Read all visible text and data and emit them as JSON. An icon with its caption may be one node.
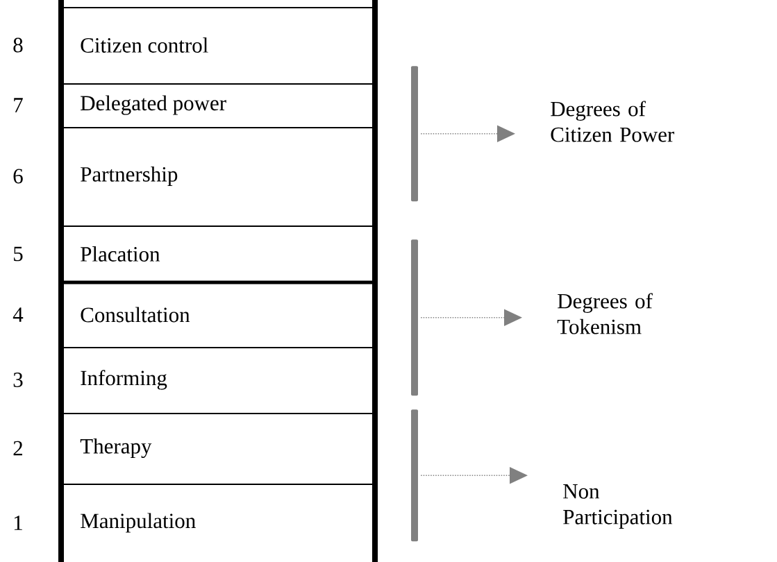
{
  "diagram": {
    "nodes": [
      {
        "text": [
          "Citizen control"
        ],
        "beside": [
          "8"
        ]
      },
      {
        "text": [
          "Delegated power"
        ],
        "beside": [
          "7"
        ]
      },
      {
        "text": [
          "Partnership"
        ],
        "beside": [
          "6"
        ]
      },
      {
        "text": [
          "Placation"
        ],
        "beside": [
          "5"
        ]
      },
      {
        "text": [
          "Consultation"
        ],
        "beside": [
          "4"
        ]
      },
      {
        "text": [
          "Informing"
        ],
        "beside": [
          "3"
        ]
      },
      {
        "text": [
          "Therapy"
        ],
        "beside": [
          "2"
        ]
      },
      {
        "text": [
          "Manipulation"
        ],
        "beside": [
          "1"
        ]
      },
      {
        "text": [],
        "shape": "bar"
      },
      {
        "text": [],
        "shape": "bar"
      },
      {
        "text": [],
        "shape": "bar"
      },
      {
        "text": [
          "Degrees of Citizen Power"
        ]
      },
      {
        "text": [
          "Degrees of Tokenism"
        ]
      },
      {
        "text": [
          "Non Participation"
        ]
      }
    ],
    "edges": [
      {
        "from": 8,
        "to": 11,
        "arrow": "to",
        "style": "dashed"
      },
      {
        "from": 9,
        "to": 12,
        "arrow": "to",
        "style": "dashed"
      },
      {
        "from": 10,
        "to": 13,
        "arrow": "to",
        "style": "dashed"
      }
    ]
  }
}
